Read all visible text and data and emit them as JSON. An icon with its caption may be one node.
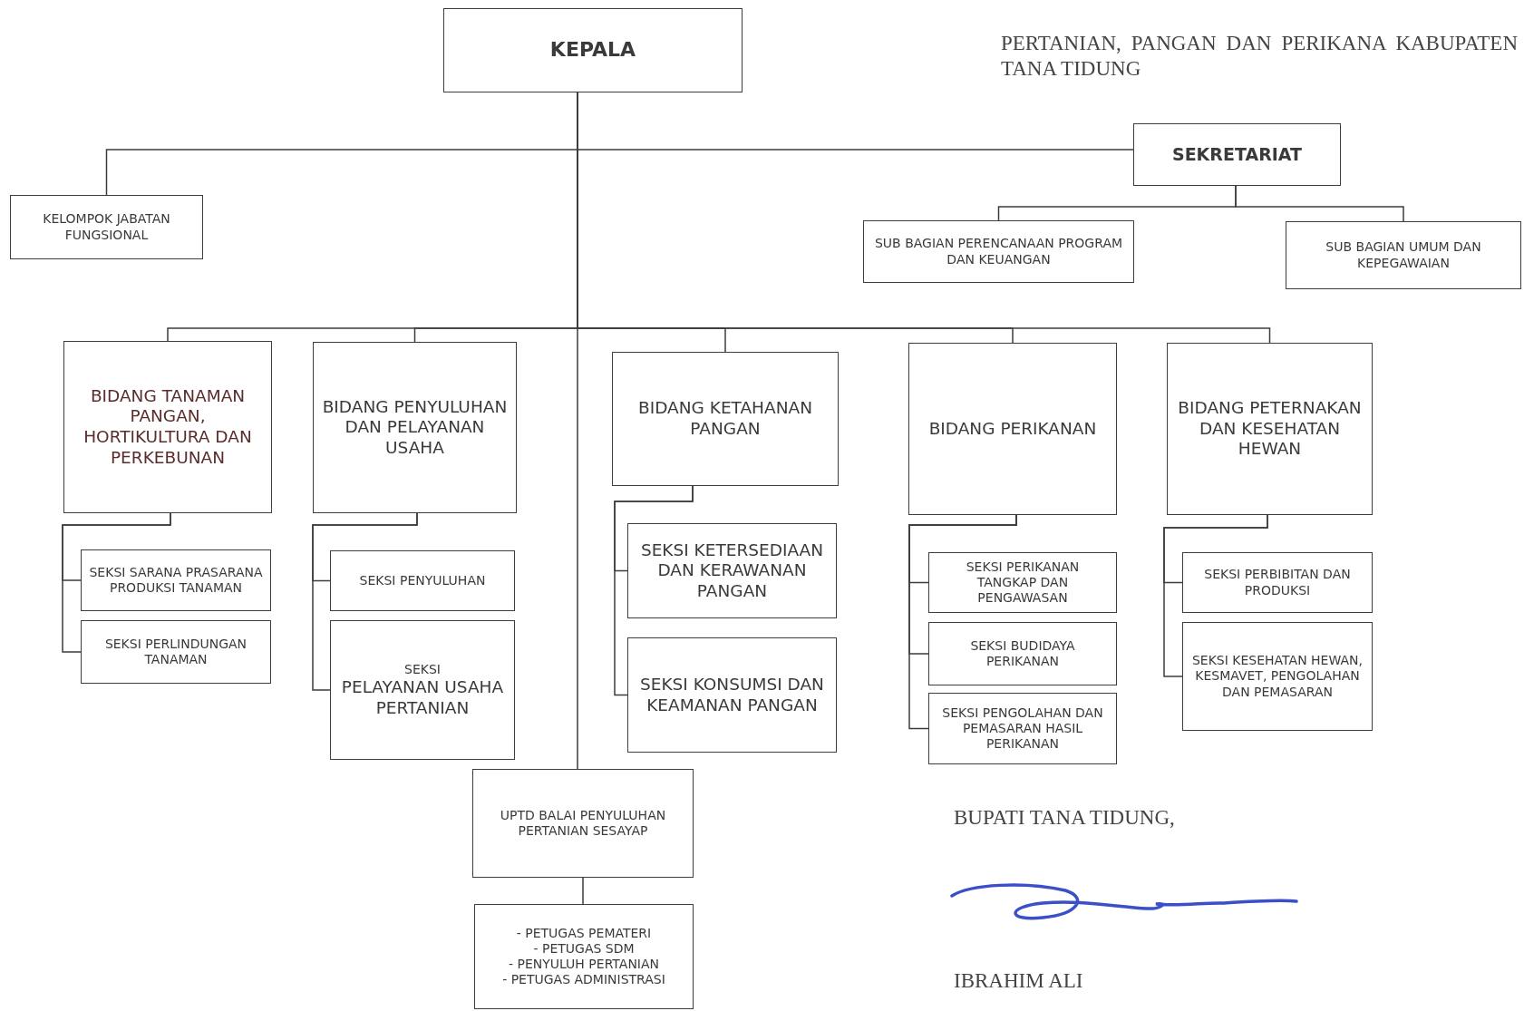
{
  "diagram": {
    "nodes": [
      {
        "text": [
          "KEPALA"
        ]
      },
      {
        "text": [
          "SEKRETARIAT"
        ]
      },
      {
        "text": [
          "KELOMPOK JABATAN FUNGSIONAL"
        ]
      },
      {
        "text": [
          "SUB BAGIAN PERENCANAAN PROGRAM DAN KEUANGAN"
        ]
      },
      {
        "text": [
          "SUB BAGIAN UMUM DAN KEPEGAWAIAN"
        ]
      },
      {
        "text": [
          "BIDANG TANAMAN PANGAN, HORTIKULTURA DAN PERKEBUNAN"
        ]
      },
      {
        "text": [
          "BIDANG PENYULUHAN DAN PELAYANAN USAHA"
        ]
      },
      {
        "text": [
          "BIDANG KETAHANAN PANGAN"
        ]
      },
      {
        "text": [
          "BIDANG PERIKANAN"
        ]
      },
      {
        "text": [
          "BIDANG PETERNAKAN DAN KESEHATAN HEWAN"
        ]
      },
      {
        "text": [
          "SEKSI SARANA PRASARANA PRODUKSI TANAMAN"
        ]
      },
      {
        "text": [
          "SEKSI PERLINDUNGAN TANAMAN"
        ]
      },
      {
        "text": [
          "SEKSI PENYULUHAN"
        ]
      },
      {
        "text": [
          "SEKSI",
          "PELAYANAN USAHA PERTANIAN"
        ]
      },
      {
        "text": [
          "SEKSI KETERSEDIAAN DAN KERAWANAN PANGAN"
        ]
      },
      {
        "text": [
          "SEKSI KONSUMSI DAN KEAMANAN PANGAN"
        ]
      },
      {
        "text": [
          "SEKSI PERIKANAN TANGKAP DAN PENGAWASAN"
        ]
      },
      {
        "text": [
          "SEKSI BUDIDAYA PERIKANAN"
        ]
      },
      {
        "text": [
          "SEKSI PENGOLAHAN DAN PEMASARAN HASIL PERIKANAN"
        ]
      },
      {
        "text": [
          "SEKSI PERBIBITAN DAN PRODUKSI"
        ]
      },
      {
        "text": [
          "SEKSI KESEHATAN HEWAN, KESMAVET, PENGOLAHAN DAN PEMASARAN"
        ]
      },
      {
        "text": [
          "UPTD BALAI PENYULUHAN PERTANIAN SESAYAP"
        ]
      },
      {
        "text": [
          "- PETUGAS PEMATERI",
          "- PETUGAS SDM",
          "- PENYULUH PERTANIAN",
          "- PETUGAS ADMINISTRASI"
        ]
      }
    ],
    "edges": [
      {
        "from": 0,
        "to": 1,
        "arrow": "none"
      },
      {
        "from": 0,
        "to": 2,
        "arrow": "none"
      },
      {
        "from": 0,
        "to": 5,
        "arrow": "none"
      },
      {
        "from": 0,
        "to": 6,
        "arrow": "none"
      },
      {
        "from": 0,
        "to": 7,
        "arrow": "none"
      },
      {
        "from": 0,
        "to": 8,
        "arrow": "none"
      },
      {
        "from": 0,
        "to": 9,
        "arrow": "none"
      },
      {
        "from": 0,
        "to": 21,
        "arrow": "none"
      },
      {
        "from": 1,
        "to": 3,
        "arrow": "none"
      },
      {
        "from": 1,
        "to": 4,
        "arrow": "none"
      },
      {
        "from": 5,
        "to": 10,
        "arrow": "none"
      },
      {
        "from": 5,
        "to": 11,
        "arrow": "none"
      },
      {
        "from": 6,
        "to": 12,
        "arrow": "none"
      },
      {
        "from": 6,
        "to": 13,
        "arrow": "none"
      },
      {
        "from": 7,
        "to": 14,
        "arrow": "none"
      },
      {
        "from": 7,
        "to": 15,
        "arrow": "none"
      },
      {
        "from": 8,
        "to": 16,
        "arrow": "none"
      },
      {
        "from": 8,
        "to": 17,
        "arrow": "none"
      },
      {
        "from": 8,
        "to": 18,
        "arrow": "none"
      },
      {
        "from": 9,
        "to": 19,
        "arrow": "none"
      },
      {
        "from": 9,
        "to": 20,
        "arrow": "none"
      },
      {
        "from": 21,
        "to": 22,
        "arrow": "none"
      }
    ],
    "labels": [
      "PERTANIAN, PANGAN DAN PERIKANA KABUPATEN TANA TIDUNG",
      "BUPATI TANA TIDUNG,",
      "IBRAHIM ALI"
    ]
  }
}
